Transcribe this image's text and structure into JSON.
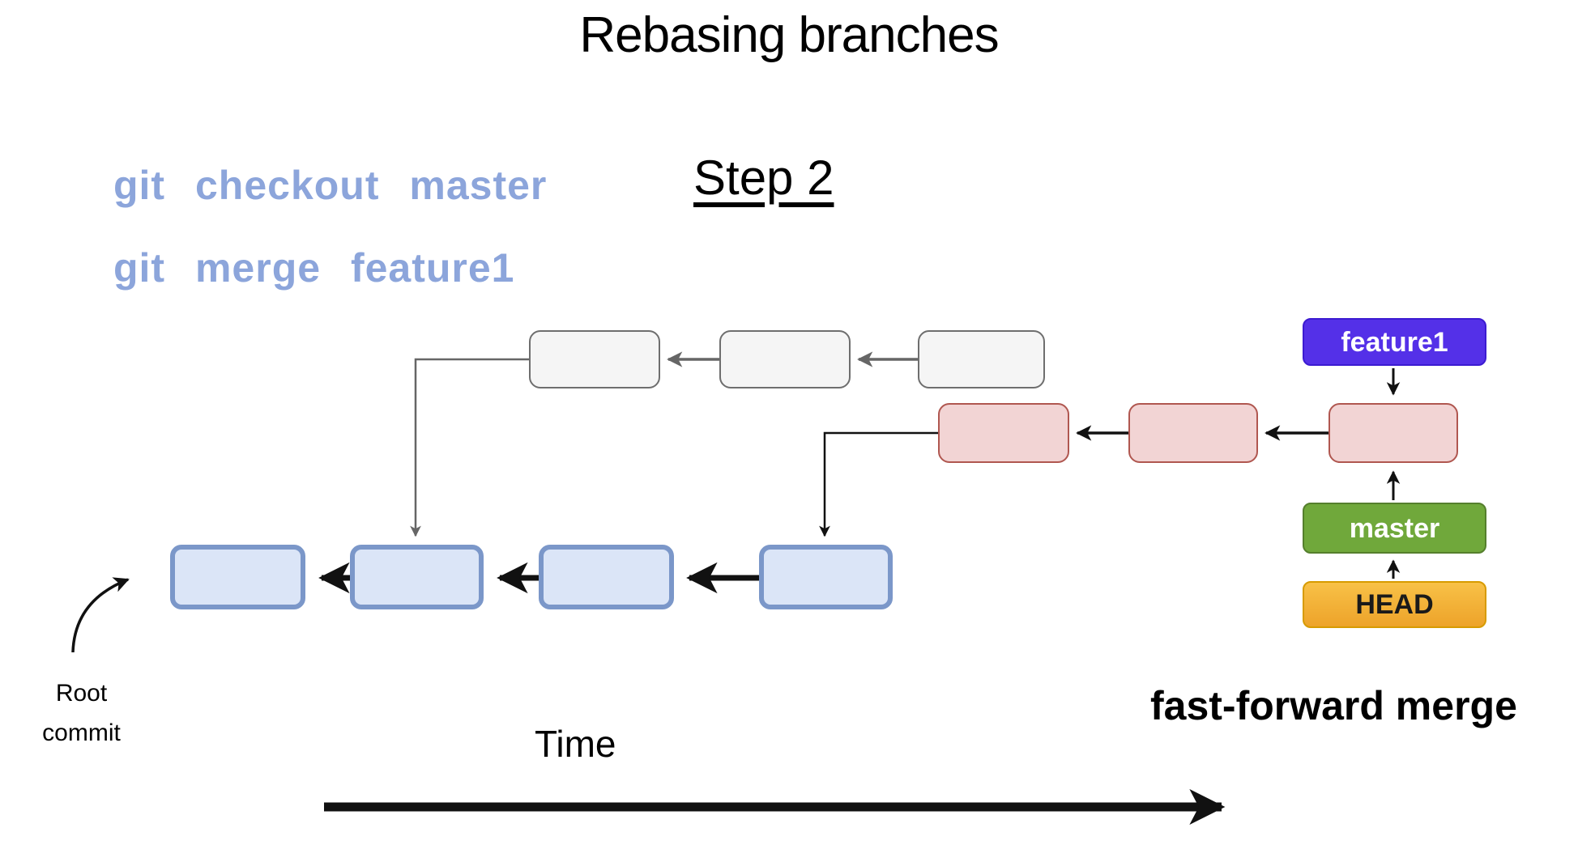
{
  "title": "Rebasing branches",
  "step": "Step 2",
  "commands": {
    "line1": "git checkout master",
    "line2": "git merge feature1"
  },
  "branch_labels": {
    "feature1": "feature1",
    "master": "master",
    "head": "HEAD"
  },
  "annotations": {
    "root_line1": "Root",
    "root_line2": "commit",
    "time": "Time",
    "merge_note": "fast-forward merge"
  },
  "graph": {
    "old_feature_commit_count": 3,
    "rebased_feature_commit_count": 3,
    "master_commit_count": 4,
    "merge_type": "fast-forward merge"
  },
  "colors": {
    "command_text": "#8CA5DB",
    "gray_fill": "#f5f5f5",
    "gray_border": "#6e6e6e",
    "pink_fill": "#f2d4d4",
    "pink_border": "#b05750",
    "blue_fill": "#dbe5f7",
    "blue_border": "#7b97c9",
    "feature1_fill": "#5430e8",
    "feature1_border": "#3c1bd1",
    "master_fill": "#70a83b",
    "master_border": "#557f2d",
    "head_fill_top": "#f8c147",
    "head_fill_bottom": "#eda32a",
    "head_border": "#d79b00",
    "arrow_gray": "#666666",
    "arrow_black": "#111111"
  }
}
